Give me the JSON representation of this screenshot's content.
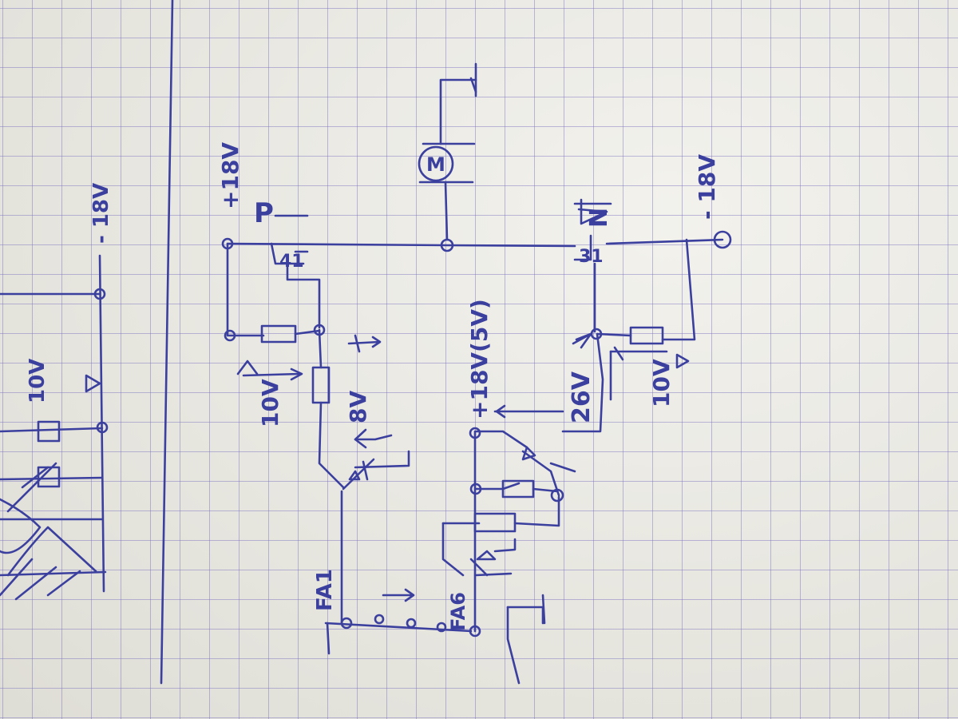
{
  "labels": {
    "plus_18v_top": "+18V",
    "minus_18v_right": "- 18V",
    "minus_18v_left": "- 18V",
    "supply_mid": "+18V(5V)",
    "p_label": "P",
    "n_label": "N",
    "p_pin": "41",
    "n_pin": "31",
    "v10_left": "10V",
    "v8": "8V",
    "v10_right": "10V",
    "v26": "26V",
    "v10_far_left": "10V",
    "fa1": "FA1",
    "fa6": "FA6",
    "motor": "M"
  },
  "colors": {
    "ink": "#3b3f9e",
    "paper": "#ecebe3",
    "grid": "#7a70c0"
  }
}
